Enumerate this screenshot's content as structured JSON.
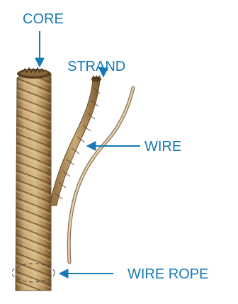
{
  "labels": {
    "core": "CORE",
    "strand": "STRAND",
    "wire": "WIRE",
    "wire_rope": "WIRE ROPE"
  },
  "colors": {
    "label_text": "#1779b5",
    "arrow": "#1779b5",
    "rope_light": "#c9a877",
    "rope_mid": "#b08a55",
    "rope_dark": "#6b4e2a",
    "wire_light": "#e2cfae",
    "wire_dark": "#8a7250"
  }
}
